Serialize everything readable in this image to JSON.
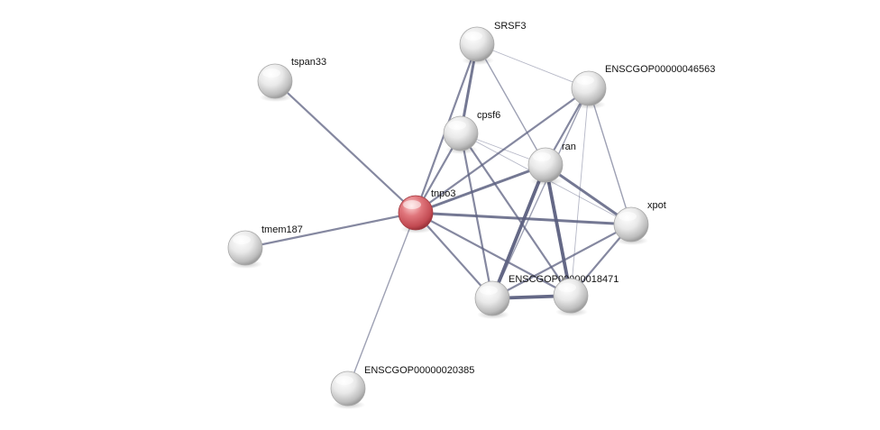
{
  "nodes": [
    {
      "id": "tnpo3",
      "label": "tnpo3",
      "query": true
    },
    {
      "id": "tspan33",
      "label": "tspan33"
    },
    {
      "id": "tmem187",
      "label": "tmem187"
    },
    {
      "id": "ENSCGOP00000020385",
      "label": "ENSCGOP00000020385"
    },
    {
      "id": "SRSF3",
      "label": "SRSF3"
    },
    {
      "id": "cpsf6",
      "label": "cpsf6"
    },
    {
      "id": "ENSCGOP00000046563",
      "label": "ENSCGOP00000046563"
    },
    {
      "id": "ran",
      "label": "ran"
    },
    {
      "id": "xpot",
      "label": "xpot"
    },
    {
      "id": "ENSCGOP00000018471",
      "label": "ENSCGOP00000018471"
    },
    {
      "id": "node_br",
      "label": ""
    }
  ],
  "edges": [
    {
      "source": "tnpo3",
      "target": "tspan33",
      "strength": 2
    },
    {
      "source": "tnpo3",
      "target": "tmem187",
      "strength": 2
    },
    {
      "source": "tnpo3",
      "target": "ENSCGOP00000020385",
      "strength": 1
    },
    {
      "source": "tnpo3",
      "target": "SRSF3",
      "strength": 2
    },
    {
      "source": "tnpo3",
      "target": "cpsf6",
      "strength": 2
    },
    {
      "source": "tnpo3",
      "target": "ENSCGOP00000046563",
      "strength": 2
    },
    {
      "source": "tnpo3",
      "target": "ran",
      "strength": 3
    },
    {
      "source": "tnpo3",
      "target": "xpot",
      "strength": 3
    },
    {
      "source": "tnpo3",
      "target": "ENSCGOP00000018471",
      "strength": 2
    },
    {
      "source": "tnpo3",
      "target": "node_br",
      "strength": 2
    },
    {
      "source": "SRSF3",
      "target": "cpsf6",
      "strength": 3
    },
    {
      "source": "SRSF3",
      "target": "ENSCGOP00000046563",
      "strength": 0
    },
    {
      "source": "SRSF3",
      "target": "ran",
      "strength": 1
    },
    {
      "source": "cpsf6",
      "target": "ran",
      "strength": 0
    },
    {
      "source": "cpsf6",
      "target": "ENSCGOP00000018471",
      "strength": 2
    },
    {
      "source": "cpsf6",
      "target": "node_br",
      "strength": 2
    },
    {
      "source": "cpsf6",
      "target": "xpot",
      "strength": 0
    },
    {
      "source": "ENSCGOP00000046563",
      "target": "ran",
      "strength": 2
    },
    {
      "source": "ENSCGOP00000046563",
      "target": "xpot",
      "strength": 1
    },
    {
      "source": "ENSCGOP00000046563",
      "target": "node_br",
      "strength": 0
    },
    {
      "source": "ENSCGOP00000046563",
      "target": "ENSCGOP00000018471",
      "strength": 1
    },
    {
      "source": "ran",
      "target": "xpot",
      "strength": 3
    },
    {
      "source": "ran",
      "target": "ENSCGOP00000018471",
      "strength": 4
    },
    {
      "source": "ran",
      "target": "node_br",
      "strength": 4
    },
    {
      "source": "xpot",
      "target": "ENSCGOP00000018471",
      "strength": 2
    },
    {
      "source": "xpot",
      "target": "node_br",
      "strength": 2
    },
    {
      "source": "ENSCGOP00000018471",
      "target": "node_br",
      "strength": 4
    }
  ],
  "colors": {
    "background": "#ffffff",
    "query_node": "#d9545b",
    "node": "#e8e8e8",
    "edge": "#5c6080",
    "label": "#111111"
  }
}
